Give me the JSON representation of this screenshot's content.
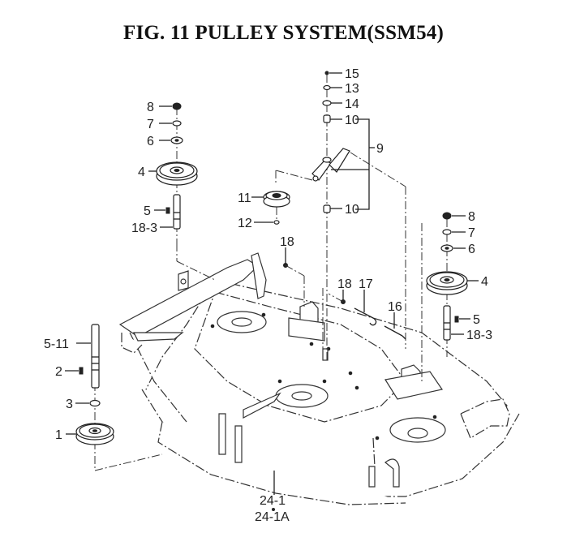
{
  "title": "FIG. 11  PULLEY SYSTEM(SSM54)",
  "callouts": {
    "c15": "15",
    "c13": "13",
    "c14": "14",
    "c10a": "10",
    "c9": "9",
    "c10b": "10",
    "c11": "11",
    "c12": "12",
    "l8": "8",
    "l7": "7",
    "l6": "6",
    "l4": "4",
    "l5": "5",
    "l18_3": "18-3",
    "r8": "8",
    "r7": "7",
    "r6": "6",
    "r4": "4",
    "r5": "5",
    "r18_3": "18-3",
    "c18a": "18",
    "c18b": "18",
    "c17": "17",
    "c16": "16",
    "c5_11": "5-11",
    "c2": "2",
    "c3": "3",
    "c1": "1",
    "c24_1": "24-1",
    "c24_1a": "24-1A"
  }
}
